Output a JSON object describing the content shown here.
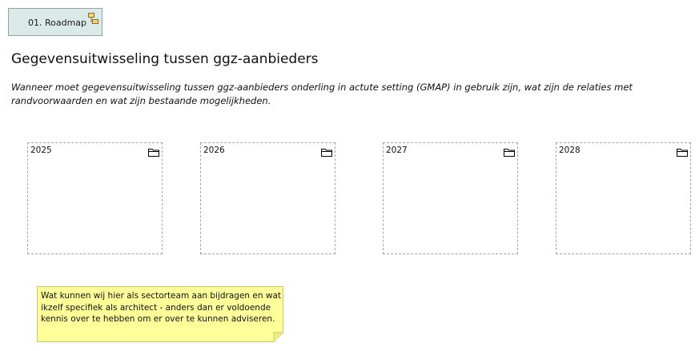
{
  "header": {
    "tab_label": "01. Roadmap",
    "tab_icon": "archimate-view-icon"
  },
  "page": {
    "title": "Gegevensuitwisseling tussen ggz-aanbieders",
    "description": "Wanneer moet gegevensuitwisseling tussen ggz-aanbieders onderling in actute setting (GMAP) in gebruik  zijn, wat zijn de relaties met randvoorwaarden en wat zijn bestaande mogelijkheden."
  },
  "years": [
    {
      "label": "2025",
      "icon": "folder-icon"
    },
    {
      "label": "2026",
      "icon": "folder-icon"
    },
    {
      "label": "2027",
      "icon": "folder-icon"
    },
    {
      "label": "2028",
      "icon": "folder-icon"
    }
  ],
  "note": {
    "text": "Wat kunnen wij hier als sectorteam aan bijdragen en wat ikzelf specifiek als architect - anders dan er voldoende kennis over te hebben om er over te kunnen adviseren.",
    "background": "#ffff99",
    "border": "#c8c86a"
  },
  "colors": {
    "tab_background": "#dce9e9",
    "tab_border": "#8fa4a4",
    "group_border": "#a6a6a6"
  }
}
